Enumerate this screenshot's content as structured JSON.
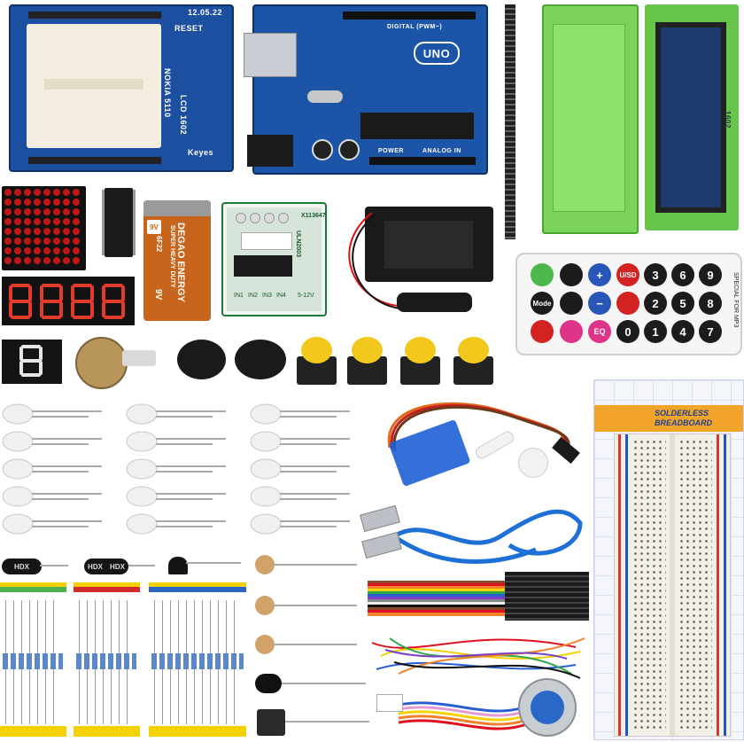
{
  "proto_shield": {
    "labels": [
      "NOKIA 5110",
      "LCD 1602",
      "Keyes",
      "RESET",
      "12.05.22"
    ]
  },
  "uno_board": {
    "label": "UNO",
    "small_labels": [
      "DIGITAL (PWM~)",
      "ANALOG IN",
      "POWER"
    ]
  },
  "battery": {
    "brand": "DEGAO ENERGY",
    "subtitle": "SUPER HEAVY DUTY",
    "model": "6F22",
    "voltage": "9V",
    "badge": "9V"
  },
  "driver_board": {
    "labels": [
      "X113647",
      "ULN2003",
      "IN1",
      "IN2",
      "IN3",
      "IN4",
      "5-12V"
    ]
  },
  "remote": {
    "side_label": "SPECIAL FOR MP3",
    "rows": [
      [
        "",
        "",
        "+",
        "U/SD",
        "3",
        "6",
        "9"
      ],
      [
        "Mode",
        "",
        "−",
        "",
        "2",
        "5",
        "8"
      ],
      [
        "",
        "",
        "EQ",
        "0",
        "1",
        "4",
        "7"
      ]
    ]
  },
  "breadboard": {
    "header": "SOLDERLESS BREADBOARD"
  },
  "lcd": {
    "side_label": "1602"
  },
  "ir_receiver_labels": [
    "HDX",
    "HDX",
    "HDX"
  ],
  "colors": {
    "board_blue": "#1d4fa0",
    "lcd_green": "#7bd35a",
    "lcd_screen": "#1e3a6e",
    "seven_seg_red": "#e23b2b",
    "button_yellow": "#f2c81c",
    "remote_red": "#d32222",
    "breadboard_orange": "#f2a52a"
  }
}
